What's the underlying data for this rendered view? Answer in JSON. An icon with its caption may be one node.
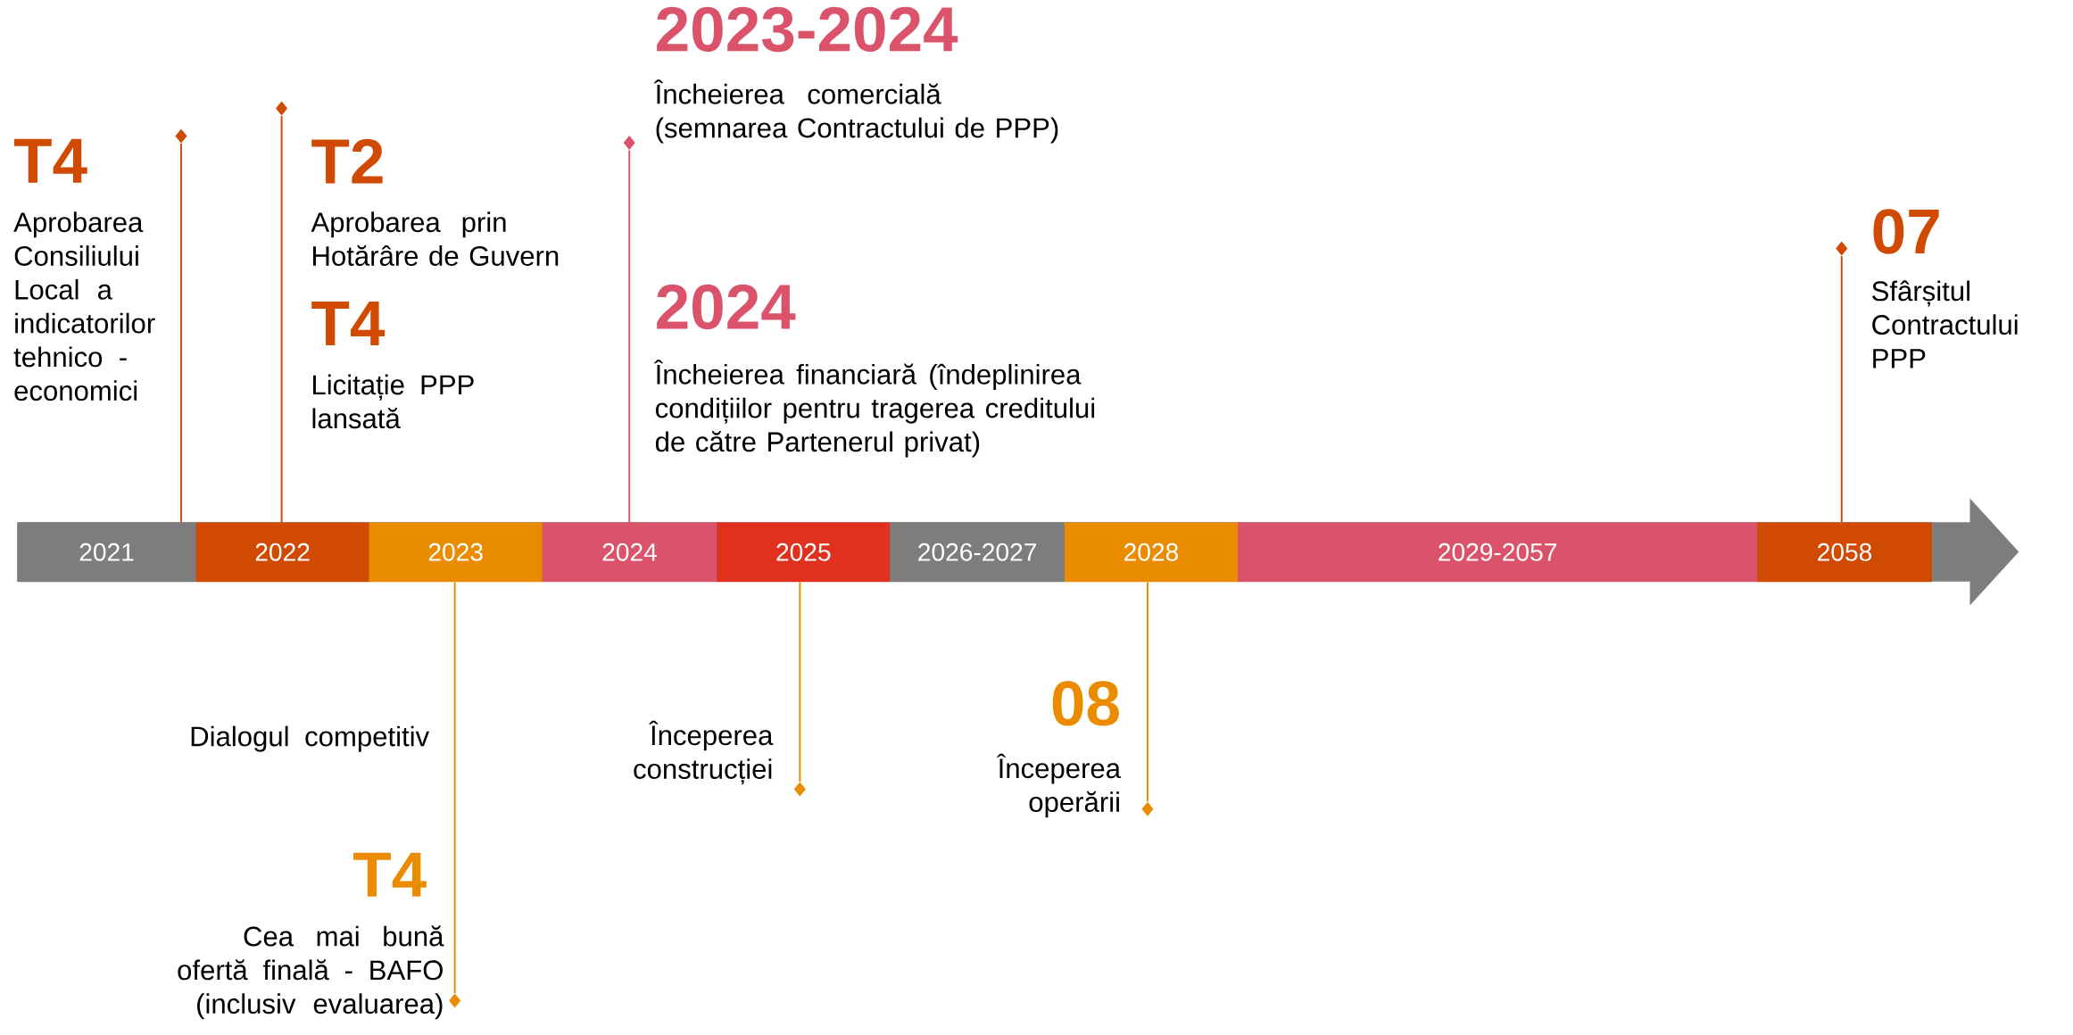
{
  "diagram": {
    "nodes": [
      {
        "text": [
          "2021"
        ]
      },
      {
        "text": [
          "2022"
        ]
      },
      {
        "text": [
          "2023"
        ]
      },
      {
        "text": [
          "2024"
        ]
      },
      {
        "text": [
          "2025"
        ]
      },
      {
        "text": [
          "2026-2027"
        ]
      },
      {
        "text": [
          "2028"
        ]
      },
      {
        "text": [
          "2029-2057"
        ]
      },
      {
        "text": [
          "2058"
        ]
      },
      {
        "text": [],
        "shape": "diamond"
      },
      {
        "text": [],
        "shape": "diamond"
      },
      {
        "text": [],
        "shape": "diamond"
      },
      {
        "text": [],
        "shape": "diamond"
      },
      {
        "text": [],
        "shape": "diamond"
      },
      {
        "text": [],
        "shape": "diamond"
      },
      {
        "text": [],
        "shape": "diamond"
      }
    ],
    "edges": [
      {
        "from": 0,
        "to": 9,
        "arrow": "none"
      },
      {
        "from": 1,
        "to": 10,
        "arrow": "none"
      },
      {
        "from": 2,
        "to": 11,
        "arrow": "none",
        "color": "#eb8c00"
      },
      {
        "from": 3,
        "to": 12,
        "arrow": "none",
        "color": "#db536a"
      },
      {
        "from": 4,
        "to": 13,
        "arrow": "none",
        "color": "#eb8c00"
      },
      {
        "from": 6,
        "to": 14,
        "arrow": "none",
        "color": "#eb8c00"
      },
      {
        "from": 8,
        "to": 15,
        "arrow": "none"
      }
    ],
    "labels": [
      "T4",
      "Aprobarea Consiliului Local a indicatorilor tehnico - economici",
      "T2",
      "Aprobarea prin Hotărâre de Guvern",
      "T4",
      "Licitație PPP lansată",
      "2023-2024",
      "Încheierea comercială (semnarea Contractului de PPP)",
      "2024",
      "Încheierea financiară (îndeplinirea condițiilor pentru tragerea creditului de către Partenerul privat)",
      "07",
      "Sfârșitul Contractului PPP",
      "Dialogul competitiv",
      "T4",
      "Cea mai bună ofertă finală - BAFO (inclusiv evaluarea)",
      "Începerea construcției",
      "08",
      "Începerea operării"
    ]
  }
}
